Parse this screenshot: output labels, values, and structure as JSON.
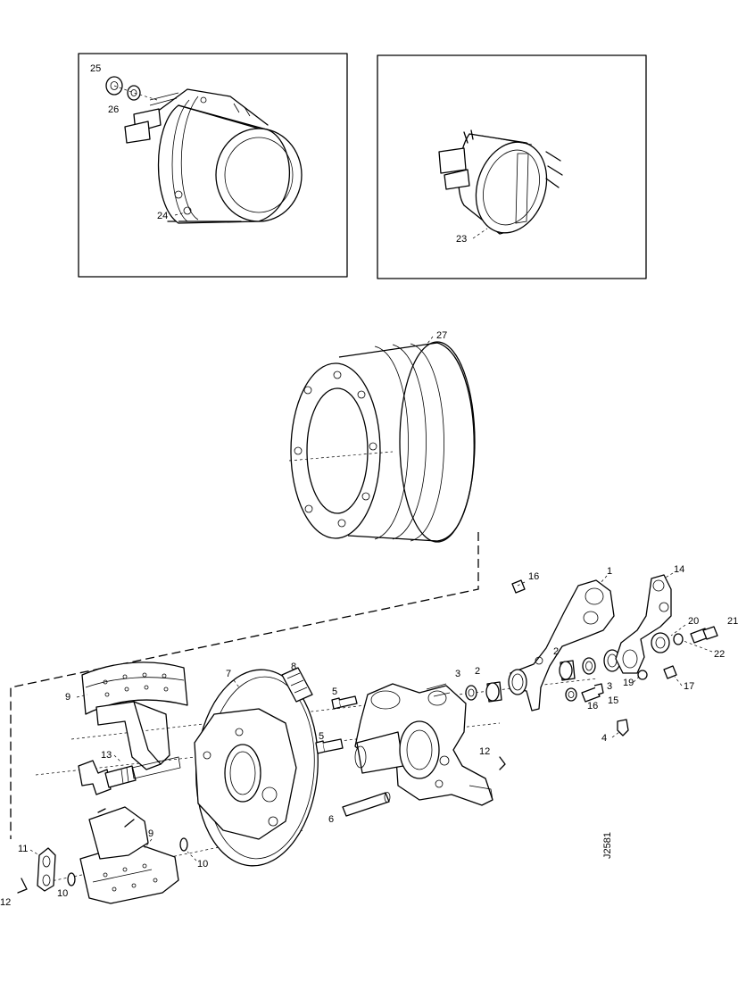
{
  "figure": {
    "reference_code": "J2581",
    "inset_left_callouts": [
      "25",
      "26",
      "24"
    ],
    "inset_right_callouts": [
      "23"
    ],
    "callouts": {
      "c1": "1",
      "c2a": "2",
      "c2b": "2",
      "c3a": "3",
      "c3b": "3",
      "c4": "4",
      "c5a": "5",
      "c5b": "5",
      "c6": "6",
      "c7": "7",
      "c8": "8",
      "c9a": "9",
      "c9b": "9",
      "c10a": "10",
      "c10b": "10",
      "c11": "11",
      "c12a": "12",
      "c12b": "12",
      "c13": "13",
      "c14": "14",
      "c15": "15",
      "c16a": "16",
      "c16b": "16",
      "c17": "17",
      "c19": "19",
      "c20": "20",
      "c21": "21",
      "c22": "22",
      "c27": "27"
    }
  }
}
